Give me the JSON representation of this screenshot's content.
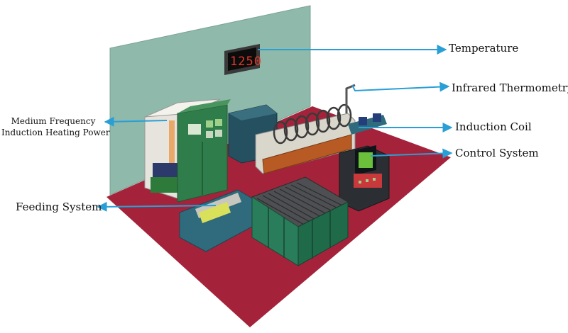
{
  "display": {
    "reading": "1250"
  },
  "labels": {
    "temperature": "Temperature",
    "infrared": "Infrared Thermometry",
    "induction_coil": "Induction Coil",
    "control_system": "Control System",
    "feeding_system": "Feeding System",
    "power_line1": "Medium Frequency",
    "power_line2": "Induction Heating Power"
  },
  "colors": {
    "arrow": "#2a9fd6",
    "floor": "#a4233a",
    "wall": "#8fb9aa",
    "cabinet_green": "#2f7d4a",
    "coil": "#b85a24",
    "machine_teal": "#2f6b7c"
  }
}
